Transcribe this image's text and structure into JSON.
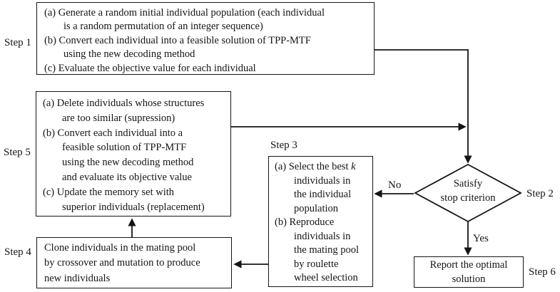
{
  "labels": {
    "step1": "Step 1",
    "step2": "Step 2",
    "step3": "Step 3",
    "step4": "Step 4",
    "step5": "Step 5",
    "step6": "Step 6",
    "no": "No",
    "yes": "Yes"
  },
  "boxes": {
    "step1": {
      "lines": [
        "(a) Generate a random initial individual population (each individual",
        "is a random permutation of an integer sequence)",
        "(b) Convert each individual into a feasible solution of TPP-MTF",
        "using the new decoding method",
        "(c) Evaluate the objective value for each individual"
      ]
    },
    "step5": {
      "lines": [
        "(a) Delete individuals whose structures",
        "are too similar (supression)",
        "(b) Convert each individual into a",
        "feasible solution of TPP-MTF",
        "using the new decoding method",
        "and evaluate its objective value",
        "(c) Update the memory set with",
        "superior individuals (replacement)"
      ]
    },
    "step3": {
      "first_line_prefix": "(a) Select the best ",
      "first_line_var": "k",
      "lines": [
        "individuals in",
        "the individual",
        "population",
        "(b) Reproduce",
        "individuals in",
        "the mating pool",
        "by roulette",
        "wheel selection"
      ]
    },
    "step4": {
      "lines": [
        "Clone individuals in the mating pool",
        "by crossover and mutation to produce",
        "new individuals"
      ]
    },
    "decision": {
      "lines": [
        "Satisfy",
        "stop criterion"
      ]
    },
    "step6": {
      "lines": [
        "Report the optimal",
        "solution"
      ]
    }
  },
  "colors": {
    "stroke": "#151515",
    "background": "#ffffff"
  }
}
